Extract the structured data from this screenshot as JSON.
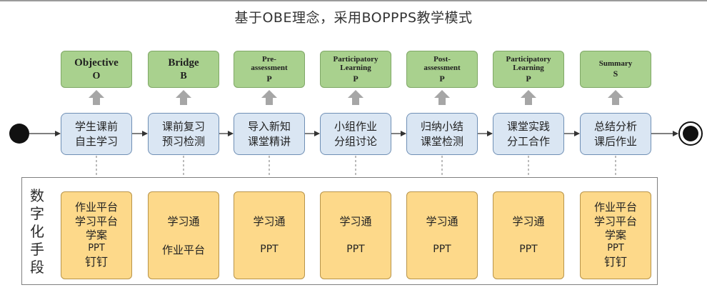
{
  "title": "基于OBE理念，采用BOPPPS教学模式",
  "side_label": [
    "数",
    "字",
    "化",
    "手",
    "段"
  ],
  "colors": {
    "phase_fill": "#a9d18e",
    "step_fill": "#dae6f3",
    "tool_fill": "#fdd98a",
    "arrow_gray": "#a6a6a6"
  },
  "phases": [
    {
      "name": "Objective",
      "letter": "O"
    },
    {
      "name": "Bridge",
      "letter": "B"
    },
    {
      "name": "Pre-\nassessment",
      "letter": "P"
    },
    {
      "name": "Participatory\nLearning",
      "letter": "P"
    },
    {
      "name": "Post-\nassessment",
      "letter": "P"
    },
    {
      "name": "Participatory\nLearning",
      "letter": "P"
    },
    {
      "name": "Summary",
      "letter": "S"
    }
  ],
  "steps": [
    [
      "学生课前",
      "自主学习"
    ],
    [
      "课前复习",
      "预习检测"
    ],
    [
      "导入新知",
      "课堂精讲"
    ],
    [
      "小组作业",
      "分组讨论"
    ],
    [
      "归纳小结",
      "课堂检测"
    ],
    [
      "课堂实践",
      "分工合作"
    ],
    [
      "总结分析",
      "课后作业"
    ]
  ],
  "tools": [
    [
      "作业平台",
      "学习平台",
      "学案",
      "PPT",
      "钉钉"
    ],
    [
      "学习通",
      "作业平台"
    ],
    [
      "学习通",
      "PPT"
    ],
    [
      "学习通",
      "PPT"
    ],
    [
      "学习通",
      "PPT"
    ],
    [
      "学习通",
      "PPT"
    ],
    [
      "作业平台",
      "学习平台",
      "学案",
      "PPT",
      "钉钉"
    ]
  ]
}
